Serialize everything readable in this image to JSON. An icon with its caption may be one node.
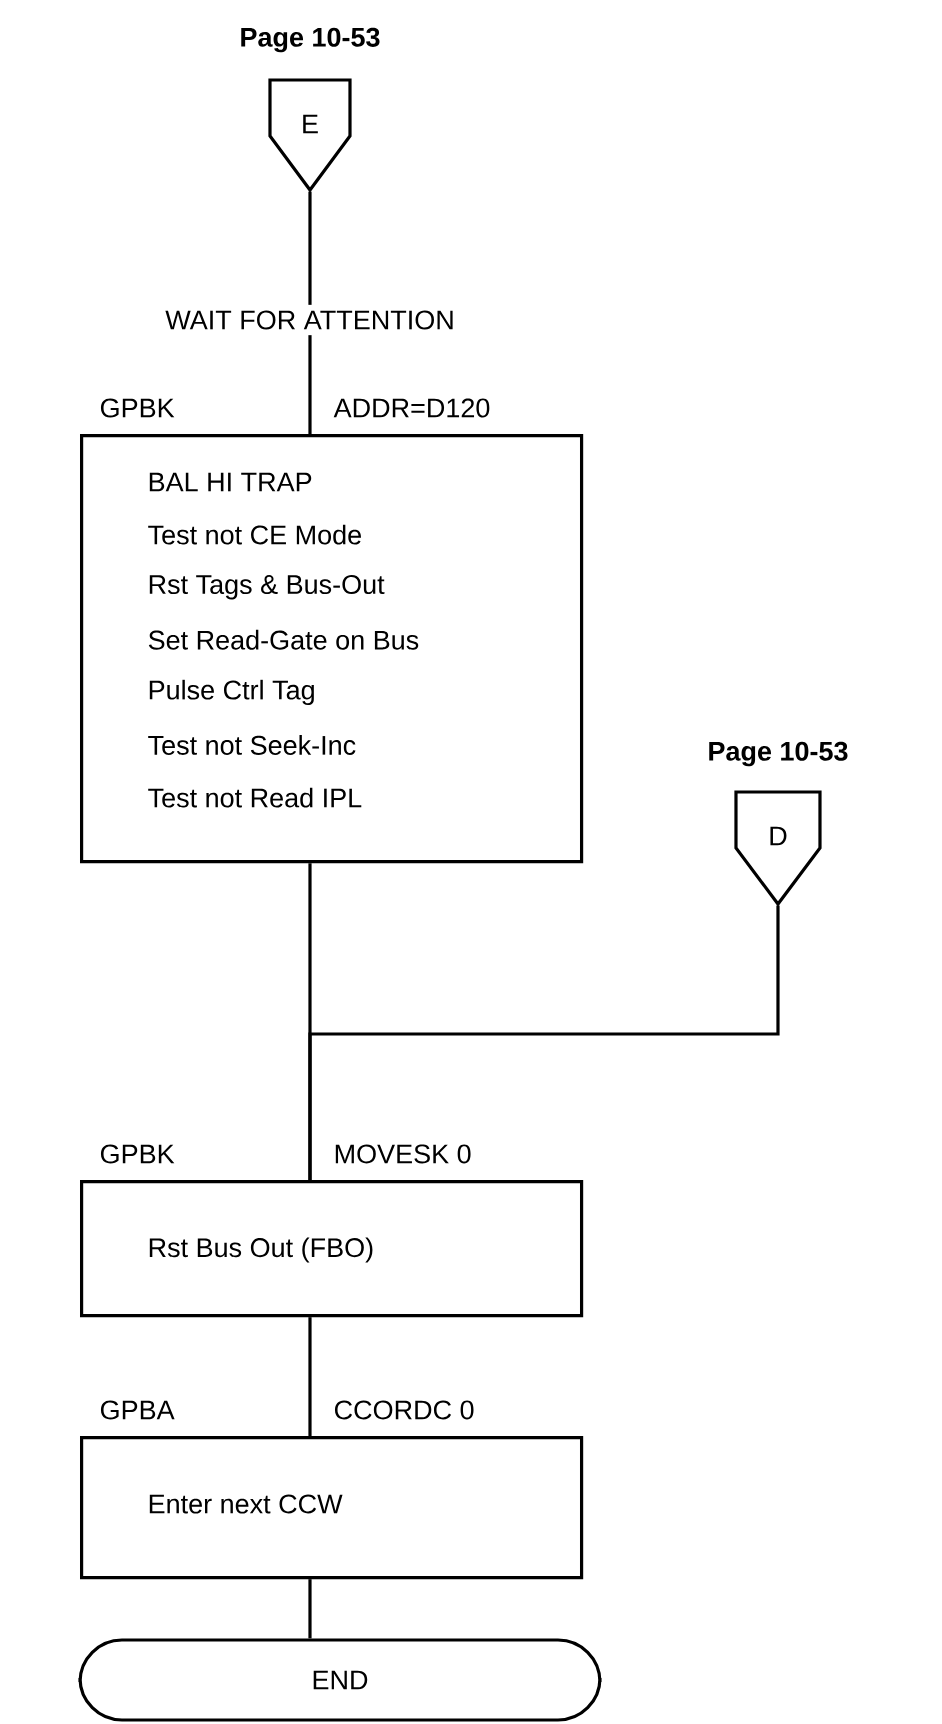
{
  "diagram": {
    "nodes": [
      {
        "text": [
          "E"
        ],
        "beside": [
          "Page 10-53"
        ]
      },
      {
        "text": [
          "WAIT FOR ATTENTION"
        ]
      },
      {
        "text": [
          "GPBK",
          "ADDR=D120",
          "BAL HI TRAP",
          "Test not CE Mode",
          "Rst Tags & Bus-Out",
          "Set Read-Gate on Bus",
          "Pulse Ctrl Tag",
          "Test not Seek-Inc",
          "Test not Read IPL"
        ]
      },
      {
        "text": [
          "D"
        ],
        "beside": [
          "Page 10-53"
        ]
      },
      {
        "text": [
          "GPBK",
          "MOVESK 0",
          "Rst Bus Out (FBO)"
        ]
      },
      {
        "text": [
          "GPBA",
          "CCORDC 0",
          "Enter next CCW"
        ]
      },
      {
        "text": [
          "END"
        ]
      }
    ],
    "edges": [
      {
        "from": 0,
        "to": 1,
        "arrow": "none"
      },
      {
        "from": 1,
        "to": 2,
        "arrow": "none"
      },
      {
        "from": 2,
        "to": 4,
        "arrow": "none"
      },
      {
        "from": 3,
        "to": 4,
        "arrow": "none"
      },
      {
        "from": 4,
        "to": 5,
        "arrow": "none"
      },
      {
        "from": 5,
        "to": 6,
        "arrow": "none"
      }
    ]
  }
}
